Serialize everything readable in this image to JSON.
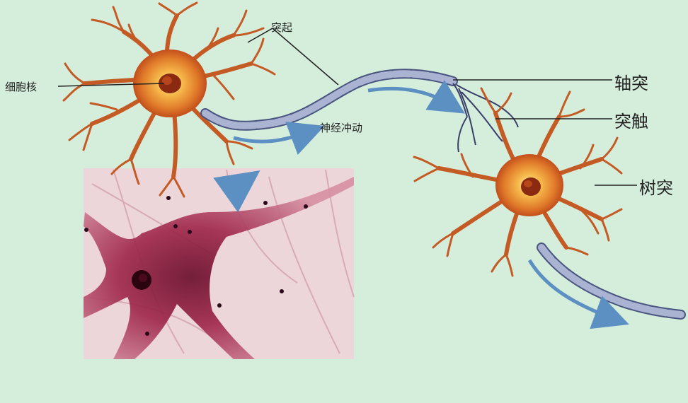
{
  "labels": {
    "process": "突起",
    "nucleus": "细胞核",
    "impulse": "神经冲动",
    "axon": "轴突",
    "synapse": "突触",
    "dendrite": "树突"
  },
  "colors": {
    "background": "#d5eedb",
    "soma_center": "#fff3b0",
    "soma_mid": "#f0a03a",
    "soma_edge": "#c9561e",
    "dendrite": "#c45a24",
    "myelin": "#9aa6c6",
    "myelin_edge": "#4a5580",
    "impulse_arrow": "#5c8fc2",
    "micrograph_bg": "#ead2d6",
    "micrograph_cell": "#8a1838"
  },
  "icons": [
    "neuron-soma-graphic",
    "axon-myelin-graphic",
    "impulse-arrow-graphic",
    "stained-neuron-micrograph"
  ]
}
